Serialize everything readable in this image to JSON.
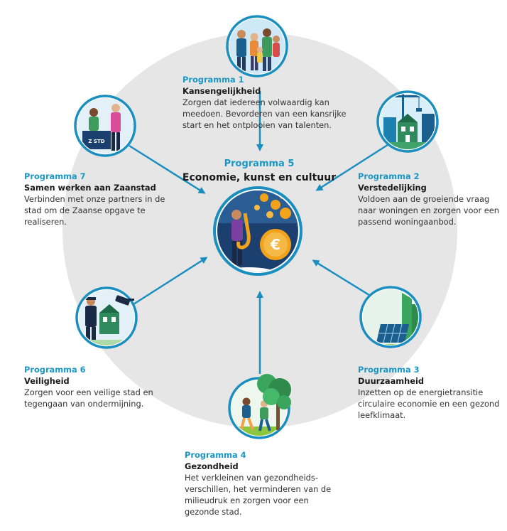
{
  "center": {
    "number": "Programma 5",
    "title": "Economie, kunst en cultuur"
  },
  "programs": [
    {
      "number": "Programma 1",
      "title": "Kansengelijkheid",
      "desc_lines": [
        "Zorgen dat iedereen volwaardig kan",
        "meedoen. Bevorderen van een kansrijke",
        "start en het ontplooien van talenten."
      ]
    },
    {
      "number": "Programma 2",
      "title": "Verstedelijking",
      "desc_lines": [
        "Voldoen aan de groeiende vraag",
        "naar woningen en zorgen voor een",
        "passend woningaanbod."
      ]
    },
    {
      "number": "Programma 3",
      "title": "Duurzaamheid",
      "desc_lines": [
        "Inzetten op de energietransitie",
        "circulaire economie en een gezond",
        "leefklimaat."
      ]
    },
    {
      "number": "Programma 4",
      "title": "Gezondheid",
      "desc_lines": [
        "Het verkleinen van gezondheids-",
        "verschillen, het verminderen van de",
        "milieudruk en zorgen voor een",
        "gezonde stad."
      ]
    },
    {
      "number": "Programma 6",
      "title": "Veiligheid",
      "desc_lines": [
        "Zorgen voor een veilige stad en",
        "tegengaan van ondermijning."
      ]
    },
    {
      "number": "Programma 7",
      "title": "Samen werken aan Zaanstad",
      "desc_lines": [
        "Verbinden met onze partners in de",
        "stad om de Zaanse opgave te",
        "realiseren."
      ]
    }
  ],
  "illustrations": {
    "p1": "family-illustration",
    "p2": "housing-crane-illustration",
    "p3": "solar-wind-illustration",
    "p4": "people-tree-illustration",
    "p5": "saxophone-coins-illustration",
    "p6": "police-cctv-illustration",
    "p7": "zaanstad-desk-illustration",
    "p7_desk_sign": "Z STD"
  },
  "colors": {
    "accent": "#1a97c5",
    "background_circle": "#e6e6e6",
    "node_ring": "#1a8fbf",
    "coin": "#f2a21b"
  }
}
